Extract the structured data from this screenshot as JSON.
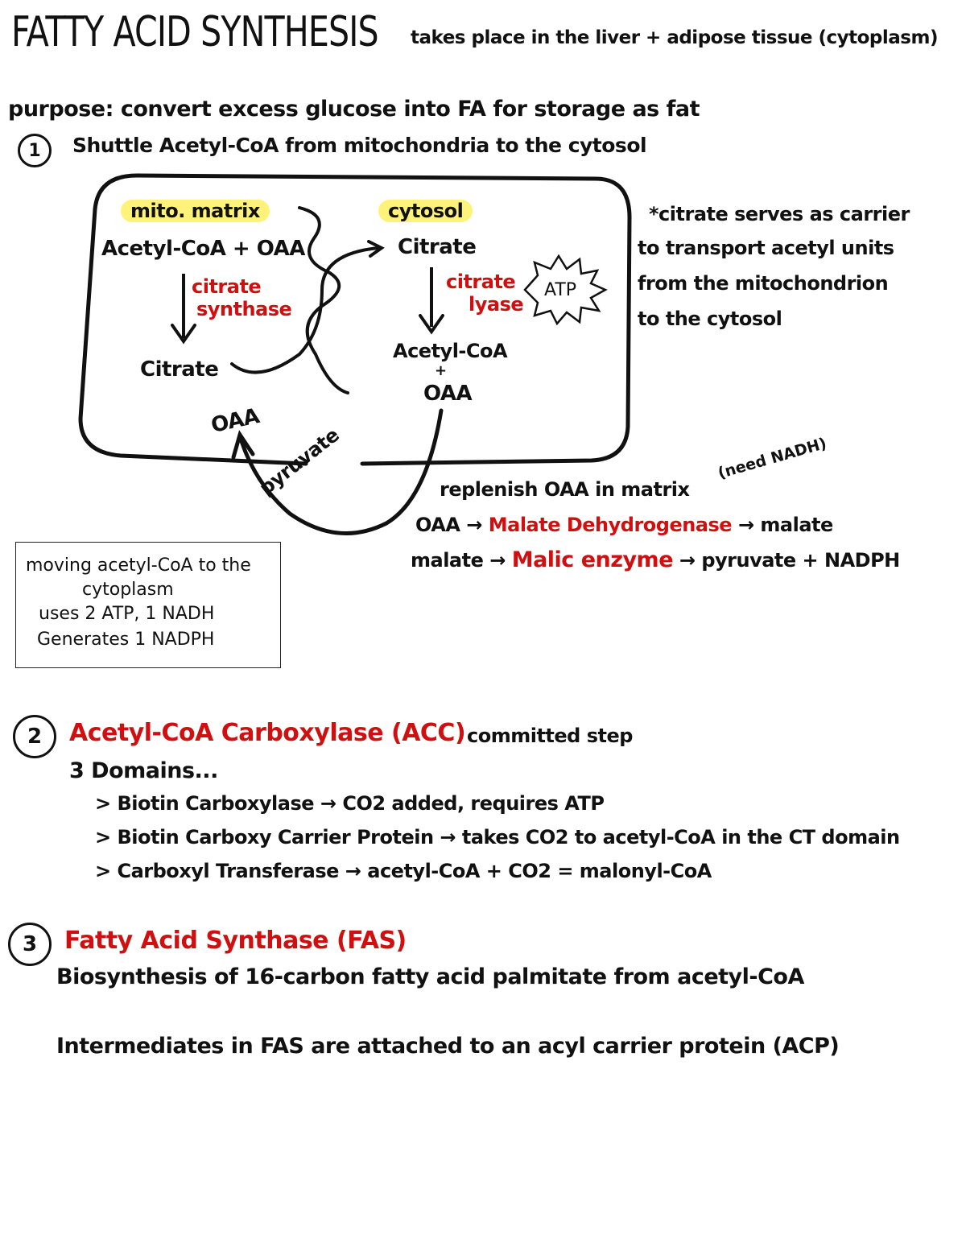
{
  "header": {
    "title": "FATTY ACID SYNTHESIS",
    "location_note": "takes place in the liver + adipose tissue (cytoplasm)"
  },
  "purpose": "purpose: convert excess glucose into FA for storage as fat",
  "step1": {
    "number": "1",
    "heading": "Shuttle Acetyl-CoA from mitochondria to the cytosol",
    "diagram": {
      "mito_label": "mito. matrix",
      "cytosol_label": "cytosol",
      "mito_reactants": "Acetyl-CoA + OAA",
      "mito_enzyme_line1": "citrate",
      "mito_enzyme_line2": "synthase",
      "mito_product": "Citrate",
      "cyto_reactant": "Citrate",
      "cyto_enzyme_line1": "citrate",
      "cyto_enzyme_line2": "lyase",
      "atp_burst": "ATP",
      "cyto_product1": "Acetyl-CoA",
      "cyto_plus": "+",
      "cyto_product2": "OAA",
      "mito_oaa": "OAA",
      "pyruvate_label": "pyruvate"
    },
    "side_note": [
      "*citrate serves as carrier",
      "to transport acetyl units",
      "from the mitochondrion",
      "to the cytosol"
    ],
    "replenish": {
      "line1": "replenish OAA in matrix",
      "need_note": "(need NADH)",
      "line2_start": "OAA →",
      "line2_enzyme": "Malate Dehydrogenase",
      "line2_end": "→ malate",
      "line3_start": "malate →",
      "line3_enzyme": "Malic enzyme",
      "line3_end": "→ pyruvate + NADPH"
    },
    "box_note": [
      "moving acetyl-CoA to the",
      "cytoplasm",
      "uses 2 ATP, 1 NADH",
      "Generates 1 NADPH"
    ]
  },
  "step2": {
    "number": "2",
    "heading": "Acetyl-CoA Carboxylase (ACC)",
    "tag": "committed step",
    "domains_label": "3 Domains...",
    "domains": [
      "> Biotin Carboxylase → CO2 added, requires ATP",
      "> Biotin Carboxy Carrier Protein → takes CO2 to acetyl-CoA in the CT domain",
      "> Carboxyl Transferase → acetyl-CoA + CO2 = malonyl-CoA"
    ]
  },
  "step3": {
    "number": "3",
    "heading": "Fatty Acid Synthase (FAS)",
    "line1": "Biosynthesis of 16-carbon fatty acid palmitate from acetyl-CoA",
    "line2": "Intermediates in FAS are attached to an acyl carrier protein (ACP)"
  },
  "colors": {
    "ink": "#111111",
    "red_ink": "#d01010",
    "highlight": "#fff27a"
  }
}
